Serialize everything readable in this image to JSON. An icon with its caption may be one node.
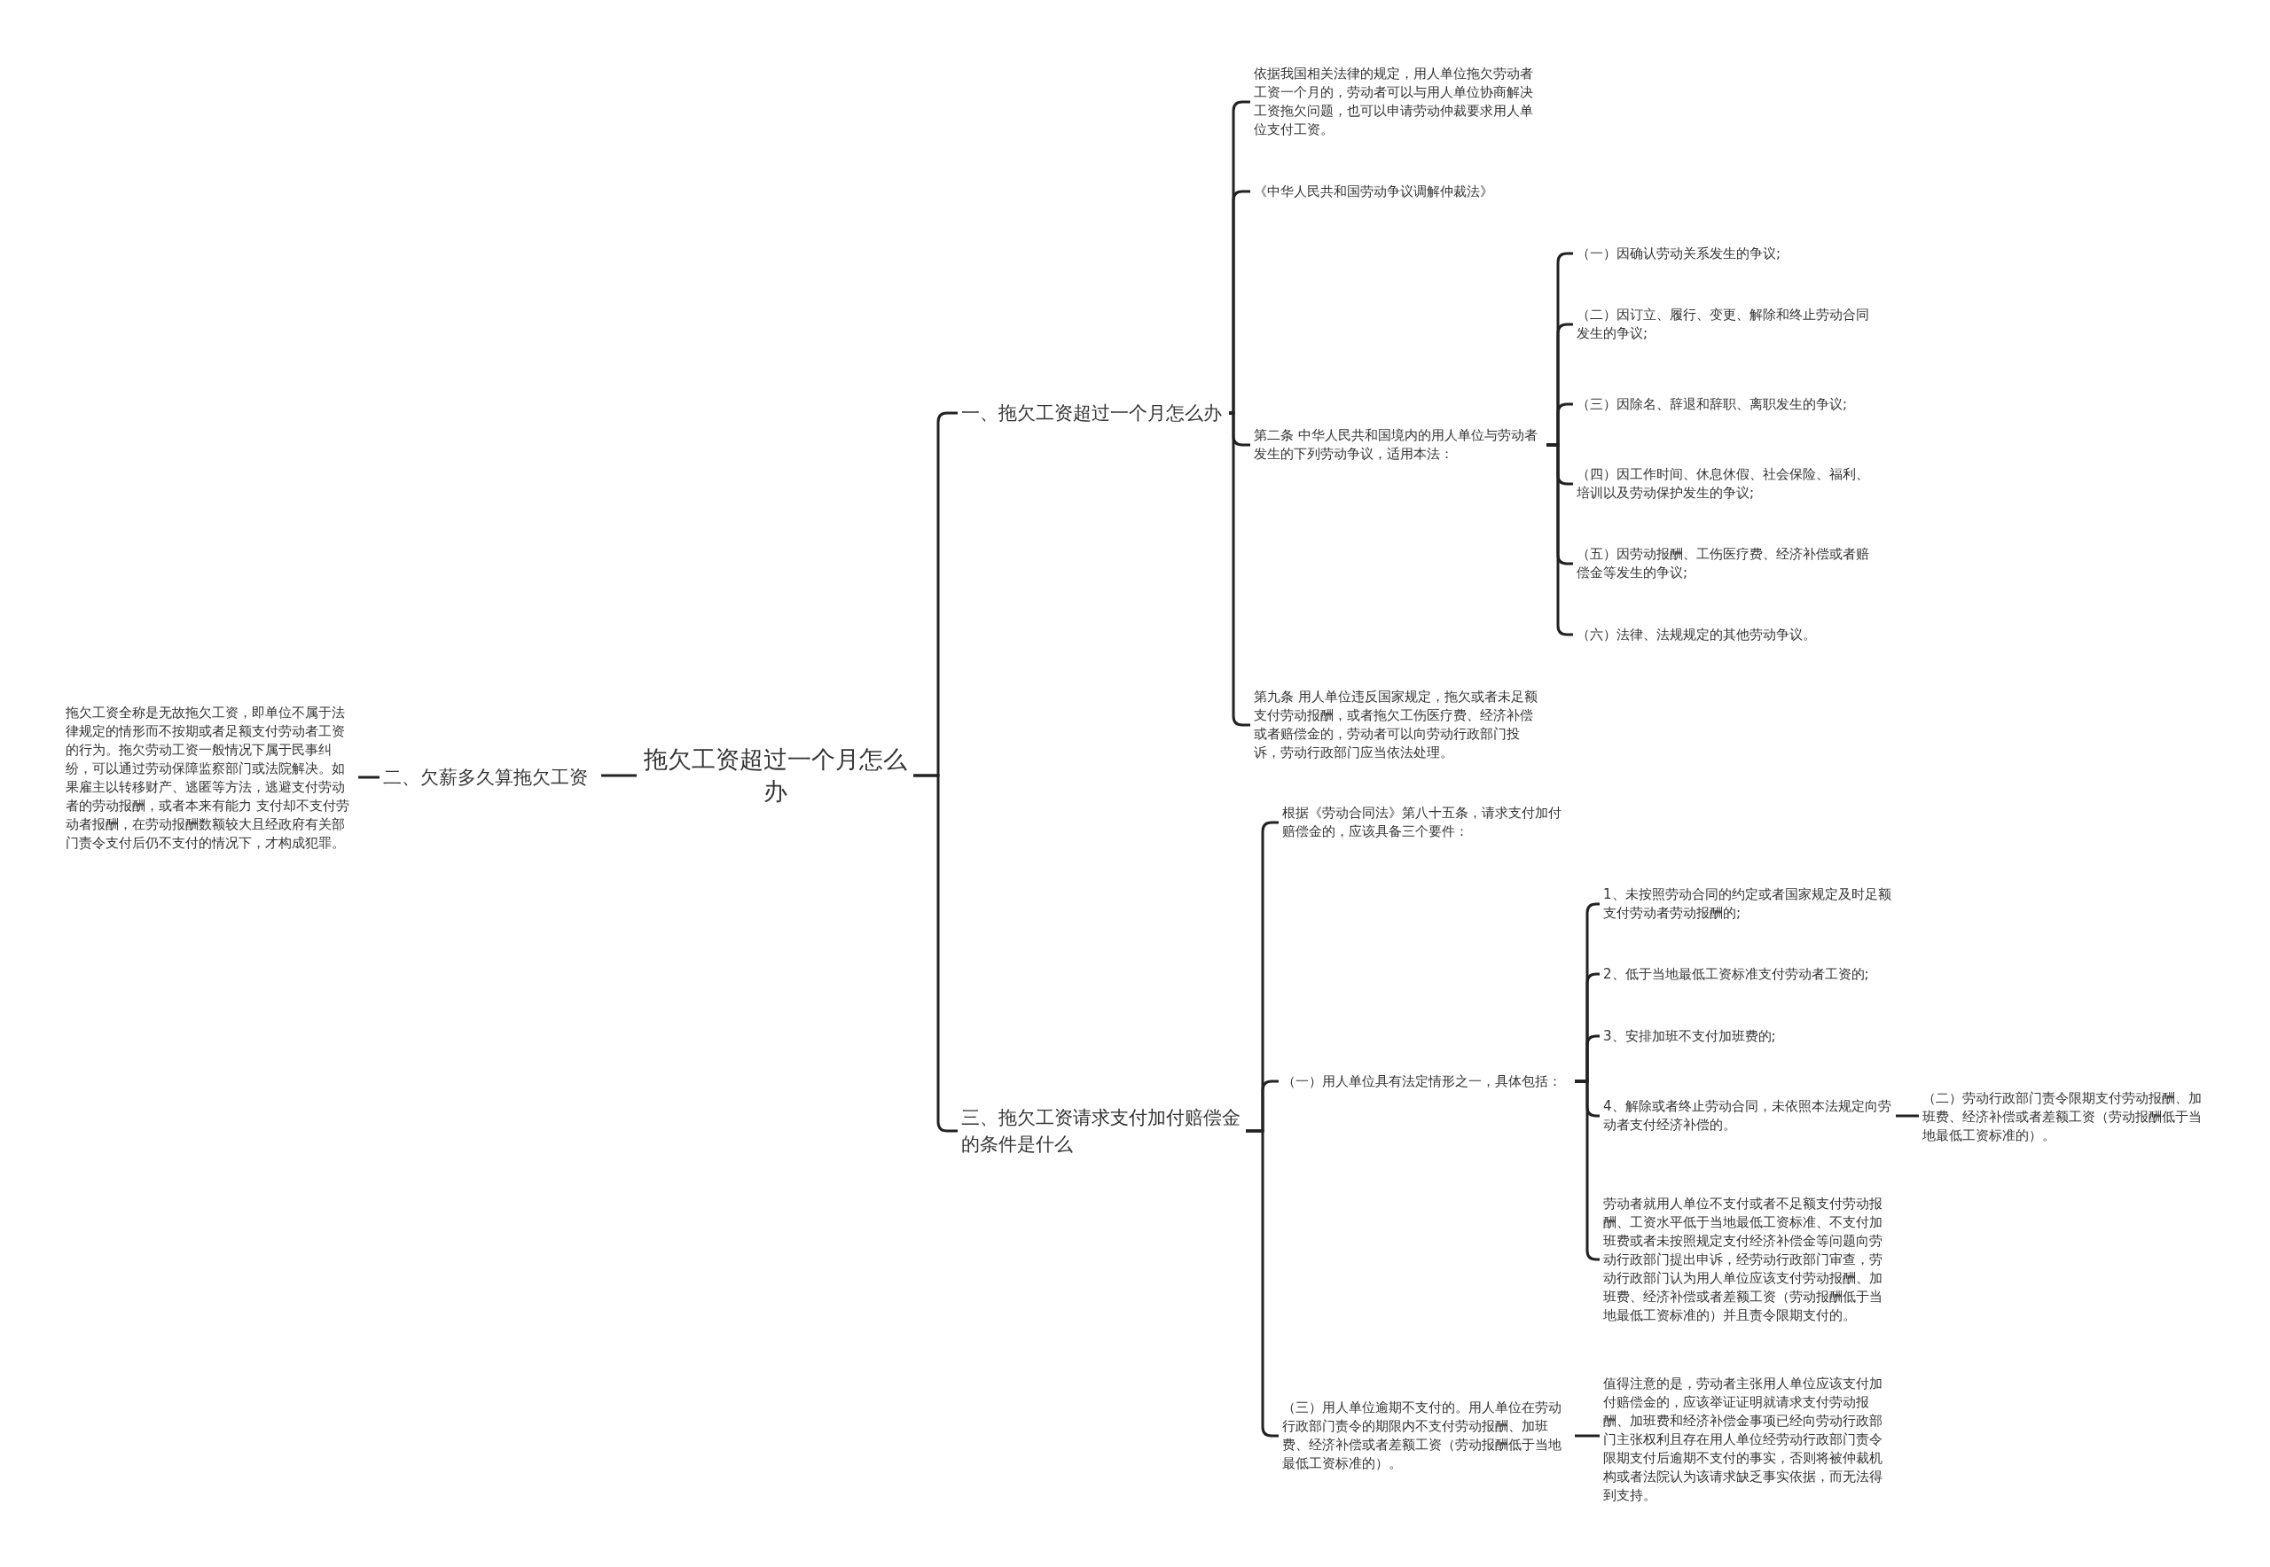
{
  "diagram": {
    "nodes": [
      {
        "text": [
          "拖欠工资超过一个月怎么办"
        ]
      },
      {
        "text": [
          "一、拖欠工资超过一个月怎么办"
        ]
      },
      {
        "text": [
          "二、欠薪多久算拖欠工资"
        ]
      },
      {
        "text": [
          "拖欠工资全称是无故拖欠工资，即单位不属于法律规定的情形而不按期或者足额支付劳动者工资的行为。拖欠劳动工资一般情况下属于民事纠纷，可以通过劳动保障监察部门或法院解决。如果雇主以转移财产、逃匿等方法，逃避支付劳动者的劳动报酬，或者本来有能力 支付却不支付劳动者报酬，在劳动报酬数额较大且经政府有关部门责令支付后仍不支付的情况下，才构成犯罪。"
        ]
      },
      {
        "text": [
          "依据我国相关法律的规定，用人单位拖欠劳动者工资一个月的，劳动者可以与用人单位协商解决工资拖欠问题，也可以申请劳动仲裁要求用人单位支付工资。"
        ]
      },
      {
        "text": [
          "《中华人民共和国劳动争议调解仲裁法》"
        ]
      },
      {
        "text": [
          "第二条 中华人民共和国境内的用人单位与劳动者发生的下列劳动争议，适用本法："
        ]
      },
      {
        "text": [
          "（一）因确认劳动关系发生的争议;"
        ]
      },
      {
        "text": [
          "（二）因订立、履行、变更、解除和终止劳动合同发生的争议;"
        ]
      },
      {
        "text": [
          "（三）因除名、辞退和辞职、离职发生的争议;"
        ]
      },
      {
        "text": [
          "（四）因工作时间、休息休假、社会保险、福利、培训以及劳动保护发生的争议;"
        ]
      },
      {
        "text": [
          "（五）因劳动报酬、工伤医疗费、经济补偿或者赔偿金等发生的争议;"
        ]
      },
      {
        "text": [
          "（六）法律、法规规定的其他劳动争议。"
        ]
      },
      {
        "text": [
          "第九条 用人单位违反国家规定，拖欠或者未足额支付劳动报酬，或者拖欠工伤医疗费、经济补偿或者赔偿金的，劳动者可以向劳动行政部门投诉，劳动行政部门应当依法处理。"
        ]
      },
      {
        "text": [
          "三、拖欠工资请求支付加付赔偿金的条件是什么"
        ]
      },
      {
        "text": [
          "根据《劳动合同法》第八十五条，请求支付加付赔偿金的，应该具备三个要件："
        ]
      },
      {
        "text": [
          "（一）用人单位具有法定情形之一，具体包括："
        ]
      },
      {
        "text": [
          "1、未按照劳动合同的约定或者国家规定及时足额支付劳动者劳动报酬的;"
        ]
      },
      {
        "text": [
          "2、低于当地最低工资标准支付劳动者工资的;"
        ]
      },
      {
        "text": [
          "3、安排加班不支付加班费的;"
        ]
      },
      {
        "text": [
          "4、解除或者终止劳动合同，未依照本法规定向劳动者支付经济补偿的。"
        ]
      },
      {
        "text": [
          "（二）劳动行政部门责令限期支付劳动报酬、加班费、经济补偿或者差额工资（劳动报酬低于当地最低工资标准的）。"
        ]
      },
      {
        "text": [
          "劳动者就用人单位不支付或者不足额支付劳动报酬、工资水平低于当地最低工资标准、不支付加班费或者未按照规定支付经济补偿金等问题向劳动行政部门提出申诉，经劳动行政部门审查，劳动行政部门认为用人单位应该支付劳动报酬、加班费、经济补偿或者差额工资（劳动报酬低于当地最低工资标准的）并且责令限期支付的。"
        ]
      },
      {
        "text": [
          "（三）用人单位逾期不支付的。用人单位在劳动行政部门责令的期限内不支付劳动报酬、加班费、经济补偿或者差额工资（劳动报酬低于当地最低工资标准的）。"
        ]
      },
      {
        "text": [
          "值得注意的是，劳动者主张用人单位应该支付加付赔偿金的，应该举证证明就请求支付劳动报酬、加班费和经济补偿金事项已经向劳动行政部门主张权利且存在用人单位经劳动行政部门责令限期支付后逾期不支付的事实，否则将被仲裁机构或者法院认为该请求缺乏事实依据，而无法得到支持。"
        ]
      }
    ],
    "edges": [
      {
        "from": 0,
        "to": 1,
        "arrow": "none"
      },
      {
        "from": 0,
        "to": 2,
        "arrow": "none"
      },
      {
        "from": 2,
        "to": 3,
        "arrow": "none"
      },
      {
        "from": 1,
        "to": 4,
        "arrow": "none"
      },
      {
        "from": 1,
        "to": 5,
        "arrow": "none"
      },
      {
        "from": 1,
        "to": 6,
        "arrow": "none"
      },
      {
        "from": 6,
        "to": 7,
        "arrow": "none"
      },
      {
        "from": 6,
        "to": 8,
        "arrow": "none"
      },
      {
        "from": 6,
        "to": 9,
        "arrow": "none"
      },
      {
        "from": 6,
        "to": 10,
        "arrow": "none"
      },
      {
        "from": 6,
        "to": 11,
        "arrow": "none"
      },
      {
        "from": 6,
        "to": 12,
        "arrow": "none"
      },
      {
        "from": 1,
        "to": 13,
        "arrow": "none"
      },
      {
        "from": 0,
        "to": 14,
        "arrow": "none"
      },
      {
        "from": 14,
        "to": 15,
        "arrow": "none"
      },
      {
        "from": 14,
        "to": 16,
        "arrow": "none"
      },
      {
        "from": 16,
        "to": 17,
        "arrow": "none"
      },
      {
        "from": 16,
        "to": 18,
        "arrow": "none"
      },
      {
        "from": 16,
        "to": 19,
        "arrow": "none"
      },
      {
        "from": 16,
        "to": 20,
        "arrow": "none"
      },
      {
        "from": 20,
        "to": 21,
        "arrow": "none"
      },
      {
        "from": 16,
        "to": 22,
        "arrow": "none"
      },
      {
        "from": 14,
        "to": 23,
        "arrow": "none"
      },
      {
        "from": 23,
        "to": 24,
        "arrow": "none"
      }
    ]
  }
}
